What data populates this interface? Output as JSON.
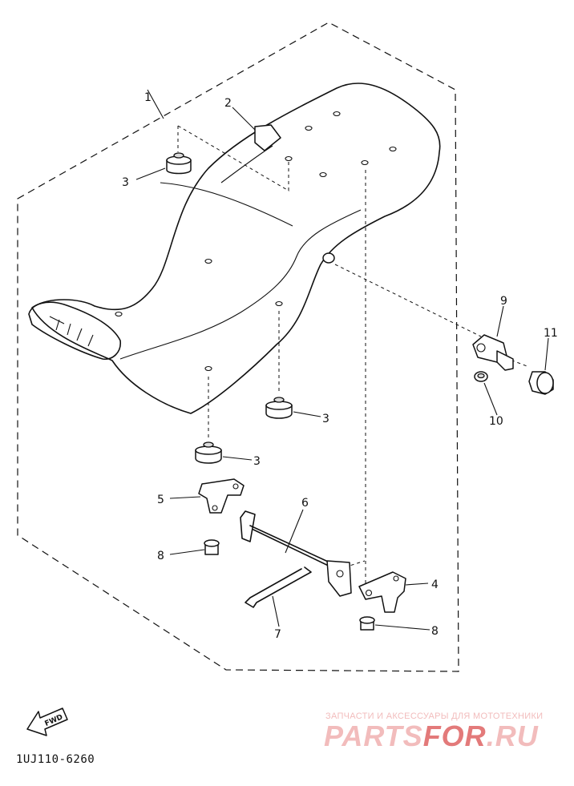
{
  "drawing_code": "1UJ110-6260",
  "fwd_arrow_label": "FWD",
  "callouts": [
    {
      "id": "c1",
      "text": "1"
    },
    {
      "id": "c2",
      "text": "2"
    },
    {
      "id": "c3a",
      "text": "3"
    },
    {
      "id": "c3b",
      "text": "3"
    },
    {
      "id": "c3c",
      "text": "3"
    },
    {
      "id": "c4",
      "text": "4"
    },
    {
      "id": "c5",
      "text": "5"
    },
    {
      "id": "c6",
      "text": "6"
    },
    {
      "id": "c7",
      "text": "7"
    },
    {
      "id": "c8a",
      "text": "8"
    },
    {
      "id": "c8b",
      "text": "8"
    },
    {
      "id": "c9",
      "text": "9"
    },
    {
      "id": "c10",
      "text": "10"
    },
    {
      "id": "c11",
      "text": "11"
    }
  ],
  "watermark": {
    "tagline": "ЗАПЧАСТИ И АКСЕССУАРЫ ДЛЯ МОТОТЕХНИКИ",
    "brand_parts": "PARTS",
    "brand_for": "FOR",
    "brand_ru": ".RU",
    "color_light": "#f2bcbc",
    "color_strong": "#e37a7a"
  }
}
